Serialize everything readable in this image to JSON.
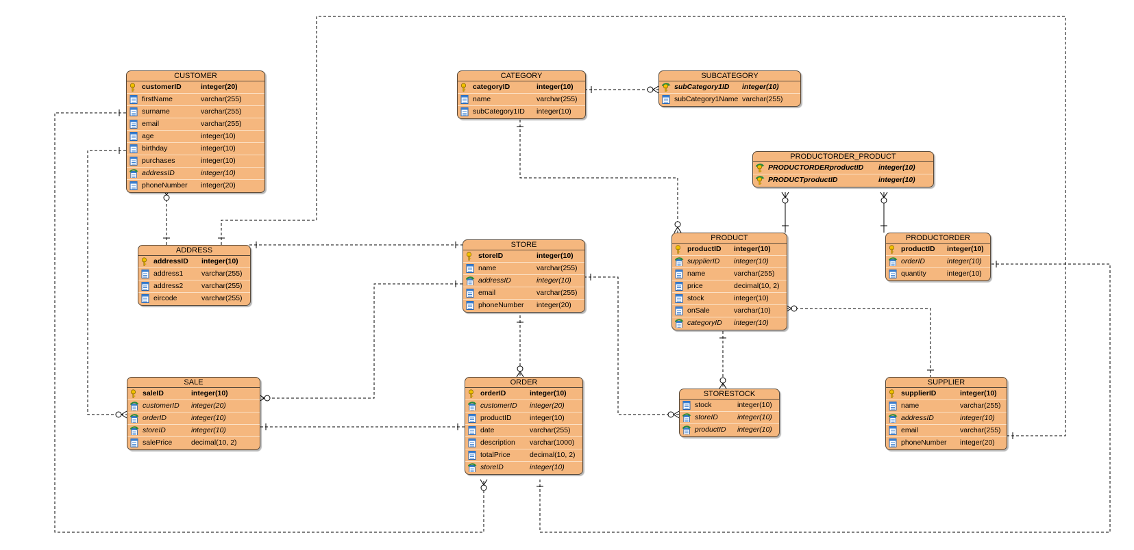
{
  "diagram": {
    "entities": [
      {
        "id": "customer",
        "name": "CUSTOMER",
        "columns": [
          {
            "name": "customerID",
            "type": "integer(20)",
            "key": "pk",
            "icon": "key-icon"
          },
          {
            "name": "firstName",
            "type": "varchar(255)",
            "key": "",
            "icon": "column-icon"
          },
          {
            "name": "surname",
            "type": "varchar(255)",
            "key": "",
            "icon": "column-icon"
          },
          {
            "name": "email",
            "type": "varchar(255)",
            "key": "",
            "icon": "column-icon"
          },
          {
            "name": "age",
            "type": "integer(10)",
            "key": "",
            "icon": "column-icon"
          },
          {
            "name": "birthday",
            "type": "integer(10)",
            "key": "",
            "icon": "column-icon"
          },
          {
            "name": "purchases",
            "type": "integer(10)",
            "key": "",
            "icon": "column-icon"
          },
          {
            "name": "addressID",
            "type": "integer(10)",
            "key": "fk",
            "icon": "foreign-key-icon"
          },
          {
            "name": "phoneNumber",
            "type": "integer(20)",
            "key": "",
            "icon": "column-icon"
          }
        ]
      },
      {
        "id": "address",
        "name": "ADDRESS",
        "columns": [
          {
            "name": "addressID",
            "type": "integer(10)",
            "key": "pk",
            "icon": "key-icon"
          },
          {
            "name": "address1",
            "type": "varchar(255)",
            "key": "",
            "icon": "column-icon"
          },
          {
            "name": "address2",
            "type": "varchar(255)",
            "key": "",
            "icon": "column-icon"
          },
          {
            "name": "eircode",
            "type": "varchar(255)",
            "key": "",
            "icon": "column-icon"
          }
        ]
      },
      {
        "id": "category",
        "name": "CATEGORY",
        "columns": [
          {
            "name": "categoryID",
            "type": "integer(10)",
            "key": "pk",
            "icon": "key-icon"
          },
          {
            "name": "name",
            "type": "varchar(255)",
            "key": "",
            "icon": "column-icon"
          },
          {
            "name": "subCategory1ID",
            "type": "integer(10)",
            "key": "",
            "icon": "column-icon"
          }
        ]
      },
      {
        "id": "subcategory",
        "name": "SUBCATEGORY",
        "columns": [
          {
            "name": "subCategory1ID",
            "type": "integer(10)",
            "key": "pkfk",
            "icon": "key-foreign-icon"
          },
          {
            "name": "subCategory1Name",
            "type": "varchar(255)",
            "key": "",
            "icon": "column-icon"
          }
        ]
      },
      {
        "id": "productorder_product",
        "name": "PRODUCTORDER_PRODUCT",
        "columns": [
          {
            "name": "PRODUCTORDERproductID",
            "type": "integer(10)",
            "key": "pkfk",
            "icon": "key-foreign-icon"
          },
          {
            "name": "PRODUCTproductID",
            "type": "integer(10)",
            "key": "pkfk",
            "icon": "key-foreign-icon"
          }
        ]
      },
      {
        "id": "store",
        "name": "STORE",
        "columns": [
          {
            "name": "storeID",
            "type": "integer(10)",
            "key": "pk",
            "icon": "key-icon"
          },
          {
            "name": "name",
            "type": "varchar(255)",
            "key": "",
            "icon": "column-icon"
          },
          {
            "name": "addressID",
            "type": "integer(10)",
            "key": "fk",
            "icon": "foreign-key-icon"
          },
          {
            "name": "email",
            "type": "varchar(255)",
            "key": "",
            "icon": "column-icon"
          },
          {
            "name": "phoneNumber",
            "type": "integer(20)",
            "key": "",
            "icon": "column-icon"
          }
        ]
      },
      {
        "id": "product",
        "name": "PRODUCT",
        "columns": [
          {
            "name": "productID",
            "type": "integer(10)",
            "key": "pk",
            "icon": "key-icon"
          },
          {
            "name": "supplierID",
            "type": "integer(10)",
            "key": "fk",
            "icon": "foreign-key-icon"
          },
          {
            "name": "name",
            "type": "varchar(255)",
            "key": "",
            "icon": "column-icon"
          },
          {
            "name": "price",
            "type": "decimal(10, 2)",
            "key": "",
            "icon": "column-icon"
          },
          {
            "name": "stock",
            "type": "integer(10)",
            "key": "",
            "icon": "column-icon"
          },
          {
            "name": "onSale",
            "type": "varchar(10)",
            "key": "",
            "icon": "column-icon"
          },
          {
            "name": "categoryID",
            "type": "integer(10)",
            "key": "fk",
            "icon": "foreign-key-icon"
          }
        ]
      },
      {
        "id": "productorder",
        "name": "PRODUCTORDER",
        "columns": [
          {
            "name": "productID",
            "type": "integer(10)",
            "key": "pk",
            "icon": "key-icon"
          },
          {
            "name": "orderID",
            "type": "integer(10)",
            "key": "fk",
            "icon": "foreign-key-icon"
          },
          {
            "name": "quantity",
            "type": "integer(10)",
            "key": "",
            "icon": "column-icon"
          }
        ]
      },
      {
        "id": "sale",
        "name": "SALE",
        "columns": [
          {
            "name": "saleID",
            "type": "integer(10)",
            "key": "pk",
            "icon": "key-icon"
          },
          {
            "name": "customerID",
            "type": "integer(20)",
            "key": "fk",
            "icon": "foreign-key-icon"
          },
          {
            "name": "orderID",
            "type": "integer(10)",
            "key": "fk",
            "icon": "foreign-key-icon"
          },
          {
            "name": "storeID",
            "type": "integer(10)",
            "key": "fk",
            "icon": "foreign-key-icon"
          },
          {
            "name": "salePrice",
            "type": "decimal(10, 2)",
            "key": "",
            "icon": "column-icon"
          }
        ]
      },
      {
        "id": "order",
        "name": "ORDER",
        "columns": [
          {
            "name": "orderID",
            "type": "integer(10)",
            "key": "pk",
            "icon": "key-icon"
          },
          {
            "name": "customerID",
            "type": "integer(20)",
            "key": "fk",
            "icon": "foreign-key-icon"
          },
          {
            "name": "productID",
            "type": "integer(10)",
            "key": "",
            "icon": "column-icon"
          },
          {
            "name": "date",
            "type": "varchar(255)",
            "key": "",
            "icon": "column-icon"
          },
          {
            "name": "description",
            "type": "varchar(1000)",
            "key": "",
            "icon": "column-icon"
          },
          {
            "name": "totalPrice",
            "type": "decimal(10, 2)",
            "key": "",
            "icon": "column-icon"
          },
          {
            "name": "storeID",
            "type": "integer(10)",
            "key": "fk",
            "icon": "foreign-key-icon"
          }
        ]
      },
      {
        "id": "storestock",
        "name": "STORESTOCK",
        "columns": [
          {
            "name": "stock",
            "type": "integer(10)",
            "key": "",
            "icon": "column-icon"
          },
          {
            "name": "storeID",
            "type": "integer(10)",
            "key": "fk",
            "icon": "foreign-key-icon"
          },
          {
            "name": "productID",
            "type": "integer(10)",
            "key": "fk",
            "icon": "foreign-key-icon"
          }
        ]
      },
      {
        "id": "supplier",
        "name": "SUPPLIER",
        "columns": [
          {
            "name": "supplierID",
            "type": "integer(10)",
            "key": "pk",
            "icon": "key-icon"
          },
          {
            "name": "name",
            "type": "varchar(255)",
            "key": "",
            "icon": "column-icon"
          },
          {
            "name": "addressID",
            "type": "integer(10)",
            "key": "fk",
            "icon": "foreign-key-icon"
          },
          {
            "name": "email",
            "type": "varchar(255)",
            "key": "",
            "icon": "column-icon"
          },
          {
            "name": "phoneNumber",
            "type": "integer(20)",
            "key": "",
            "icon": "column-icon"
          }
        ]
      }
    ],
    "relationships": [
      {
        "from": "customer",
        "to": "address",
        "from_end": "many",
        "to_end": "one"
      },
      {
        "from": "address",
        "to": "supplier",
        "from_end": "one",
        "to_end": "one"
      },
      {
        "from": "address",
        "to": "store",
        "from_end": "one",
        "to_end": "one"
      },
      {
        "from": "category",
        "to": "subcategory",
        "from_end": "one",
        "to_end": "many"
      },
      {
        "from": "category",
        "to": "product",
        "from_end": "one",
        "to_end": "many"
      },
      {
        "from": "productorder_product",
        "to": "product",
        "from_end": "many",
        "to_end": "one"
      },
      {
        "from": "productorder_product",
        "to": "productorder",
        "from_end": "many",
        "to_end": "one"
      },
      {
        "from": "customer",
        "to": "order",
        "from_end": "one",
        "to_end": "many"
      },
      {
        "from": "customer",
        "to": "sale",
        "from_end": "one",
        "to_end": "many"
      },
      {
        "from": "store",
        "to": "sale",
        "from_end": "one",
        "to_end": "many"
      },
      {
        "from": "store",
        "to": "order",
        "from_end": "one",
        "to_end": "many"
      },
      {
        "from": "store",
        "to": "storestock",
        "from_end": "one",
        "to_end": "many"
      },
      {
        "from": "order",
        "to": "sale",
        "from_end": "one",
        "to_end": "one"
      },
      {
        "from": "product",
        "to": "storestock",
        "from_end": "one",
        "to_end": "many"
      },
      {
        "from": "product",
        "to": "supplier",
        "from_end": "many",
        "to_end": "one"
      },
      {
        "from": "order",
        "to": "productorder",
        "from_end": "one",
        "to_end": "one"
      }
    ]
  }
}
